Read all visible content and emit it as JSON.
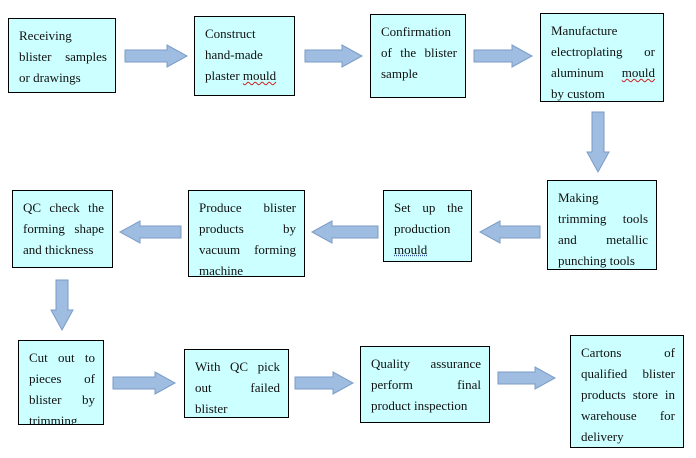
{
  "colors": {
    "box_fill": "#ccffff",
    "box_border": "#000000",
    "arrow_fill": "#9fbde0",
    "arrow_stroke": "#7b9cc8"
  },
  "steps": [
    {
      "text": "Receiving blister samples or drawings"
    },
    {
      "text": "Construct hand-made plaster ",
      "marked": "mould"
    },
    {
      "text": "Confirmation of the blister sample"
    },
    {
      "text": "Manufacture electroplating or aluminum ",
      "marked": "mould",
      "after": " by custom"
    },
    {
      "text": "Making trimming tools and metallic punching tools"
    },
    {
      "text": "Set up the production ",
      "marked": "mould"
    },
    {
      "text": "Produce blister products by vacuum forming machine"
    },
    {
      "text": "QC check the forming shape and thickness"
    },
    {
      "text": "Cut out to pieces of blister by trimming"
    },
    {
      "text": "With QC pick out failed blister"
    },
    {
      "text": "Quality assurance perform final product inspection"
    },
    {
      "text": "Cartons of qualified blister products store in warehouse for delivery"
    }
  ]
}
